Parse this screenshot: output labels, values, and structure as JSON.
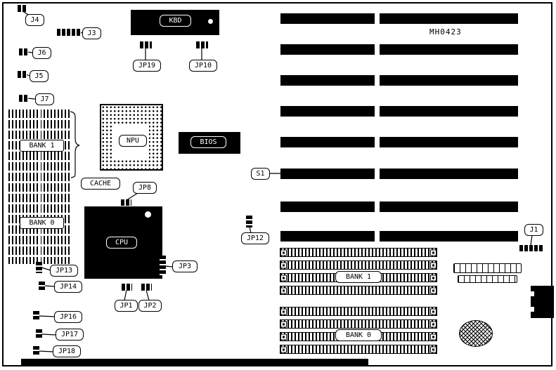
{
  "board": {
    "model": "MH0423"
  },
  "chips": {
    "kbd": "KBD",
    "npu": "NPU",
    "bios": "BIOS",
    "cpu": "CPU",
    "cache": "CACHE"
  },
  "memory": {
    "left_bank1": "BANK 1",
    "left_bank0": "BANK 0",
    "bottom_bank1": "BANK 1",
    "bottom_bank0": "BANK 0"
  },
  "connectors": {
    "j1": "J1",
    "j3": "J3",
    "j4": "J4",
    "j5": "J5",
    "j6": "J6",
    "j7": "J7",
    "s1": "S1",
    "jp1": "JP1",
    "jp2": "JP2",
    "jp3": "JP3",
    "jp8": "JP8",
    "jp10": "JP10",
    "jp12": "JP12",
    "jp13": "JP13",
    "jp14": "JP14",
    "jp16": "JP16",
    "jp17": "JP17",
    "jp18": "JP18",
    "jp19": "JP19"
  }
}
